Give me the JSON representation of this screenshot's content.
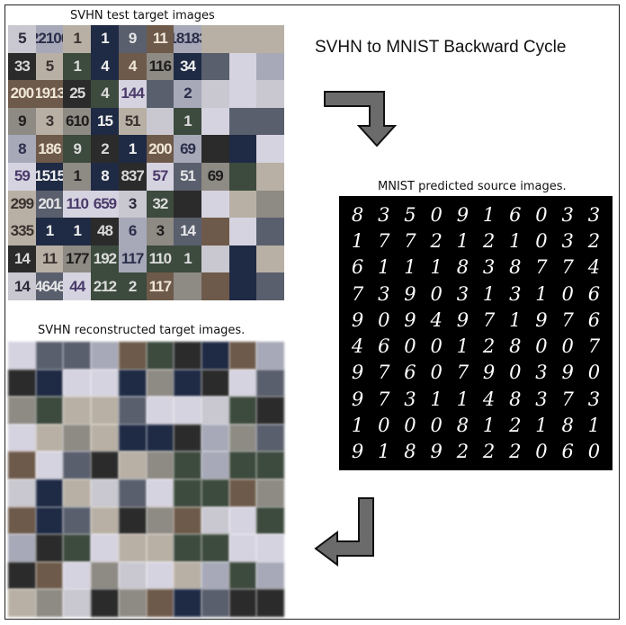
{
  "title": "SVHN to MNIST Backward Cycle",
  "captions": {
    "svhn_target": "SVHN test target images",
    "mnist_source": "MNIST predicted source images.",
    "svhn_recon": "SVHN reconstructed target images."
  },
  "colors": {
    "arrow_fill": "#6b6b6b",
    "arrow_stroke": "#111111",
    "mnist_bg": "#000000",
    "mnist_digit": "#ffffff"
  },
  "svhn_target_grid": [
    [
      "5",
      "22100",
      "1",
      "1",
      "9",
      "11",
      "18183"
    ],
    [
      "33",
      "5",
      "1",
      "4",
      "4",
      "116",
      "34"
    ],
    [
      "200",
      "1913",
      "25",
      "4",
      "144",
      "",
      "2"
    ],
    [
      "9",
      "3",
      "610",
      "15",
      "51",
      "",
      "1"
    ],
    [
      "8",
      "186",
      "9",
      "2",
      "1",
      "200",
      "69"
    ],
    [
      "59",
      "1515",
      "1",
      "8",
      "837",
      "57",
      "51",
      "69"
    ],
    [
      "299",
      "201",
      "110",
      "659",
      "3",
      "32"
    ],
    [
      "335",
      "1",
      "1",
      "48",
      "6",
      "3",
      "14"
    ],
    [
      "14",
      "11",
      "177",
      "192",
      "117",
      "110",
      "1"
    ],
    [
      "14",
      "4646",
      "44",
      "212",
      "2",
      "117"
    ]
  ],
  "mnist_grid": [
    [
      "8",
      "3",
      "5",
      "0",
      "9",
      "1",
      "6",
      "0",
      "3",
      "3"
    ],
    [
      "1",
      "7",
      "7",
      "2",
      "1",
      "2",
      "1",
      "0",
      "3",
      "2"
    ],
    [
      "6",
      "1",
      "1",
      "1",
      "8",
      "3",
      "8",
      "7",
      "7",
      "4"
    ],
    [
      "7",
      "3",
      "9",
      "0",
      "3",
      "1",
      "3",
      "1",
      "0",
      "6"
    ],
    [
      "9",
      "0",
      "9",
      "4",
      "9",
      "7",
      "1",
      "9",
      "7",
      "6"
    ],
    [
      "4",
      "6",
      "0",
      "0",
      "1",
      "2",
      "8",
      "0",
      "0",
      "7"
    ],
    [
      "9",
      "7",
      "6",
      "0",
      "7",
      "9",
      "0",
      "3",
      "9",
      "0"
    ],
    [
      "9",
      "7",
      "3",
      "1",
      "1",
      "4",
      "8",
      "3",
      "7",
      "3"
    ],
    [
      "1",
      "0",
      "0",
      "0",
      "8",
      "1",
      "2",
      "1",
      "8",
      "1"
    ],
    [
      "9",
      "1",
      "8",
      "9",
      "2",
      "2",
      "2",
      "0",
      "6",
      "0"
    ]
  ]
}
